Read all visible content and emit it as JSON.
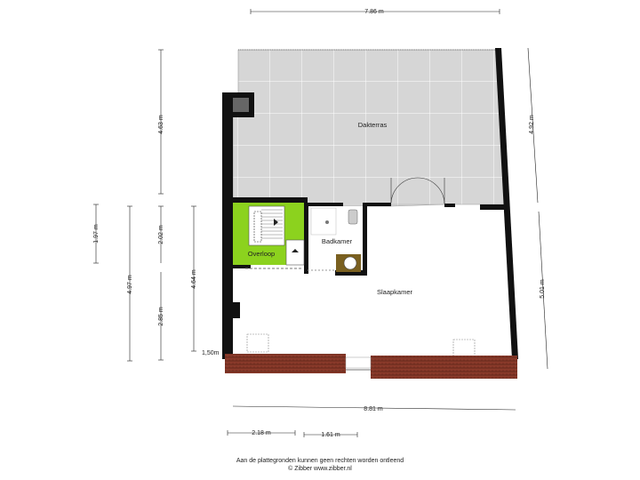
{
  "dimensions": {
    "top_width": "7.86 m",
    "right_terrace": "4.92 m",
    "right_lower": "5.01 m",
    "left_terrace_height": "4.63 m",
    "left_overloop": "2.02 m",
    "left_lower": "2.85 m",
    "far_left_upper": "1.97 m",
    "far_left_total": "4.97 m",
    "mid_left_total": "4.64 m",
    "eave_height": "1,50m",
    "bottom_width": "8.81 m",
    "bottom_left_segment": "2.18 m",
    "bottom_mid_segment": "1.61 m"
  },
  "rooms": {
    "terrace": "Dakterras",
    "bathroom": "Badkamer",
    "landing": "Overloop",
    "bedroom": "Slaapkamer"
  },
  "colors": {
    "terrace_tile": "#d6d6d6",
    "landing_green": "#8cd21e",
    "roof_tile": "#8a3a2a",
    "wall": "#111111"
  },
  "footer": {
    "disclaimer": "Aan de plattegronden kunnen geen rechten worden ontleend",
    "copyright": "© Zibber www.zibber.nl"
  }
}
